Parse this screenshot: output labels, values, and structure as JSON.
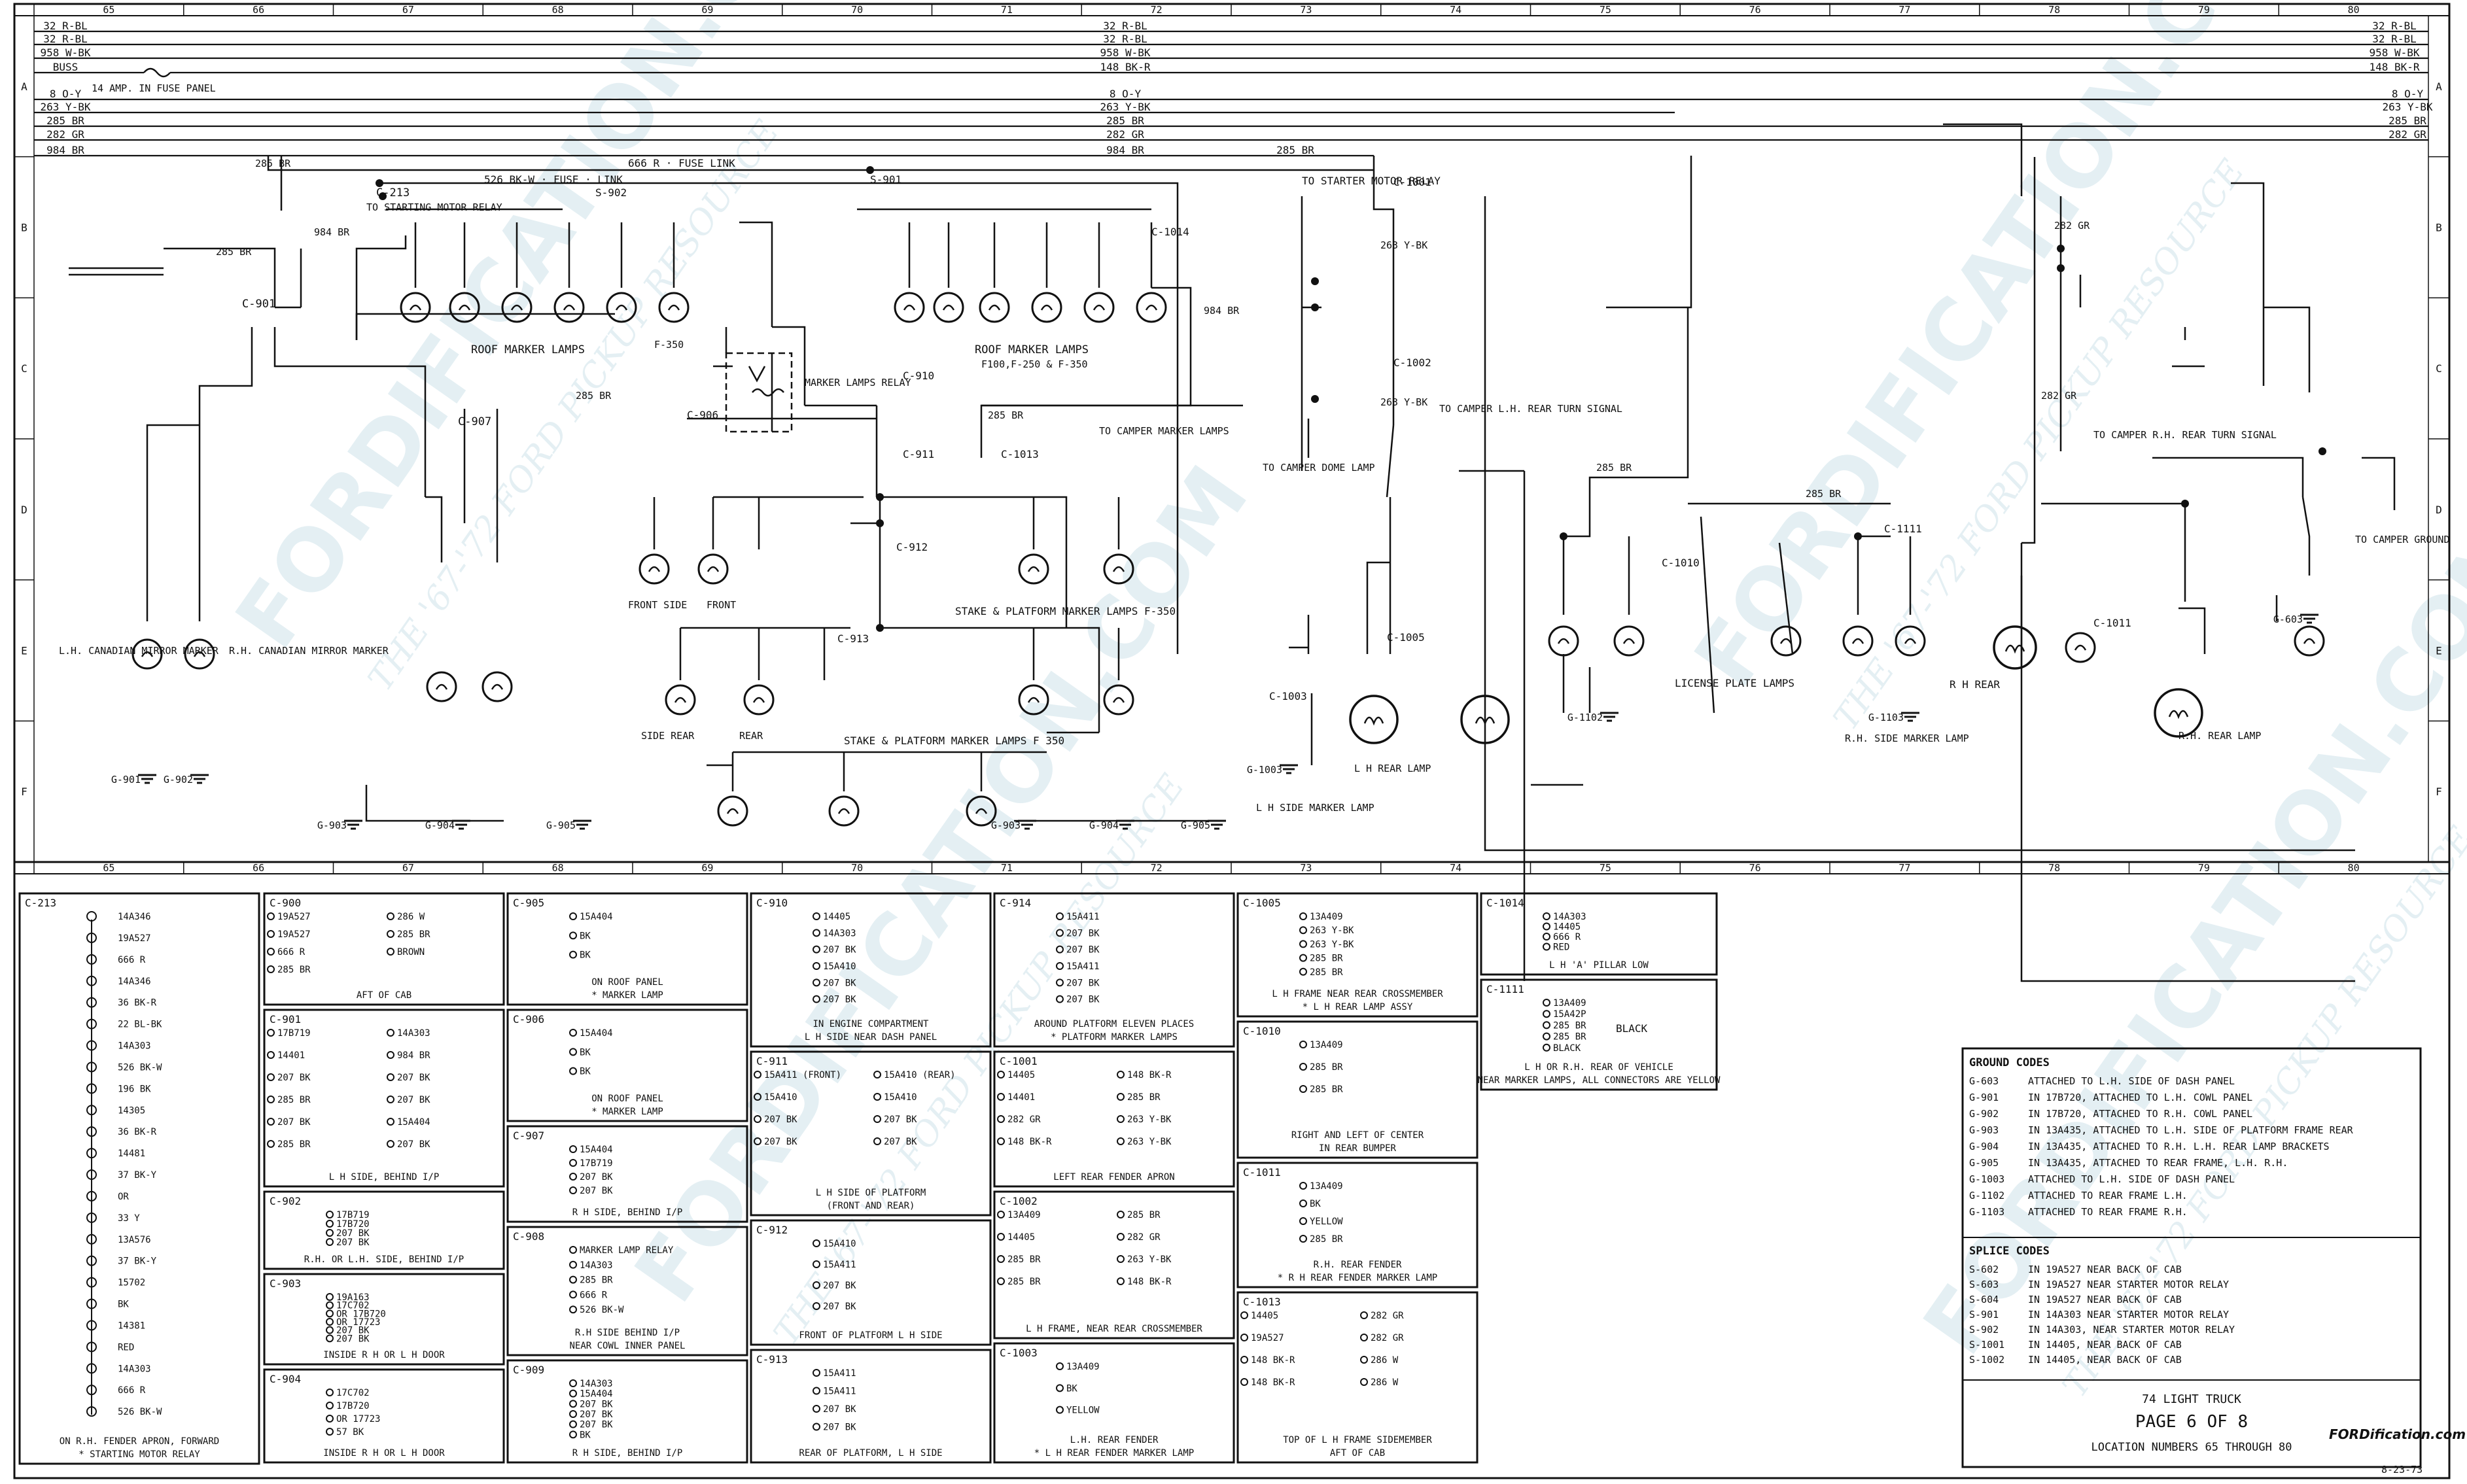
{
  "document": {
    "title": "74 LIGHT TRUCK",
    "page": "PAGE 6 OF 8",
    "location": "LOCATION NUMBERS 65 THROUGH 80",
    "date": "8-23-73",
    "logo": "FORDification.com"
  },
  "watermarks": [
    "FORDIFICATION.COM",
    "THE '67-'72 FORD PICKUP RESOURCE"
  ],
  "grid": {
    "columns": [
      "65",
      "66",
      "67",
      "68",
      "69",
      "70",
      "71",
      "72",
      "73",
      "74",
      "75",
      "76",
      "77",
      "78",
      "79",
      "80"
    ],
    "rows": [
      "A",
      "B",
      "C",
      "D",
      "E",
      "F"
    ]
  },
  "buses": [
    {
      "left": "32 R-BL",
      "mid": "32 R-BL",
      "right": "32 R-BL"
    },
    {
      "left": "32 R-BL",
      "mid": "32 R-BL",
      "right": "32 R-BL"
    },
    {
      "left": "958 W-BK",
      "mid": "958 W-BK",
      "right": "958 W-BK"
    },
    {
      "left": "BUSS",
      "mid": "148 BK-R",
      "right": "148 BK-R",
      "note": "14 AMP. IN FUSE PANEL"
    },
    {
      "left": "8 O-Y",
      "mid": "8 O-Y",
      "right": "8 O-Y"
    },
    {
      "left": "263 Y-BK",
      "mid": "263 Y-BK",
      "right": "263 Y-BK"
    },
    {
      "left": "285 BR",
      "mid": "285 BR",
      "right": "285 BR"
    },
    {
      "left": "282 GR",
      "mid": "282 GR",
      "right": "282 GR"
    },
    {
      "left": "984 BR",
      "mid": "984 BR",
      "right": "285 BR"
    }
  ],
  "labels": {
    "fuse_link": "666 R · FUSE LINK",
    "fuse_link2": "526 BK-W · FUSE · LINK",
    "c213": "C-213",
    "to_start_relay": "TO STARTING MOTOR RELAY",
    "s902": "S-902",
    "s901": "S-901",
    "c901": "C-901",
    "roof_lamps": "ROOF MARKER LAMPS",
    "roof_lamps2": "ROOF MARKER LAMPS",
    "f100": "F100,F-250 & F-350",
    "f350": "F-350",
    "c907": "C-907",
    "c902": "C-902",
    "c903": "C-903",
    "c904": "C-904",
    "c906": "C-906",
    "marker_relay": "MARKER LAMPS RELAY",
    "c910": "C-910",
    "c911": "C-911",
    "c912": "C-912",
    "c913": "C-913",
    "c914": "C-914",
    "c1013": "C-1013",
    "c1014": "C-1014",
    "c1001": "C-1001",
    "c1002": "C-1002",
    "c1003": "C-1003",
    "c1005": "C-1005",
    "c1010": "C-1010",
    "c1011": "C-1011",
    "c1111": "C-1111",
    "to_camper_marker": "TO CAMPER MARKER LAMPS",
    "to_starter_relay": "TO STARTER MOTOR RELAY",
    "to_camper_dome": "TO CAMPER DOME LAMP",
    "to_camper_lh": "TO CAMPER L.H. REAR TURN SIGNAL",
    "to_camper_rh": "TO CAMPER R.H. REAR TURN SIGNAL",
    "to_camper_ground": "TO CAMPER GROUND",
    "lh_canadian": "L.H. CANADIAN MIRROR MARKER",
    "rh_canadian": "R.H. CANADIAN MIRROR MARKER",
    "stake_front": "STAKE & PLATFORM MARKER LAMPS F-350",
    "stake_rear": "STAKE & PLATFORM MARKER LAMPS F 350",
    "front_side": "FRONT SIDE",
    "front": "FRONT",
    "side_rear": "SIDE REAR",
    "rear": "REAR",
    "lh_rear_lamp": "L H REAR LAMP",
    "lh_side_marker": "L H SIDE MARKER LAMP",
    "license": "LICENSE PLATE LAMPS",
    "rh_rear": "R H REAR",
    "rh_side_marker": "R.H. SIDE MARKER LAMP",
    "rh_rear_lamp": "R.H. REAR LAMP",
    "black": "BLACK"
  },
  "connector_panels": [
    {
      "id": "C-213",
      "lines": [
        "14A346",
        "19A527",
        "666 R",
        "14A346",
        "36 BK-R",
        "22 BL-BK",
        "14A303",
        "526 BK-W",
        "196 BK",
        "14305",
        "36 BK-R",
        "14481",
        "37 BK-Y",
        "OR",
        "33 Y",
        "13A576",
        "37 BK-Y",
        "15702",
        "BK",
        "14381",
        "RED",
        "14A303",
        "666 R",
        "526 BK-W"
      ],
      "note": "ON R.H. FENDER APRON, FORWARD",
      "note2": "* STARTING MOTOR RELAY"
    },
    {
      "id": "C-900",
      "lines": [
        "19A527",
        "19A527",
        "666 R",
        "285 BR",
        "286 W",
        "285 BR",
        "BROWN"
      ],
      "note": "AFT OF CAB"
    },
    {
      "id": "C-901",
      "lines": [
        "17B719",
        "14401",
        "207 BK",
        "285 BR",
        "207 BK",
        "285 BR",
        "14A303",
        "984 BR",
        "207 BK",
        "207 BK",
        "15A404",
        "207 BK"
      ],
      "note": "L H SIDE, BEHIND I/P"
    },
    {
      "id": "C-902",
      "lines": [
        "17B719",
        "17B720",
        "207 BK",
        "207 BK"
      ],
      "note": "R.H. OR L.H. SIDE, BEHIND I/P"
    },
    {
      "id": "C-903",
      "lines": [
        "19A163",
        "17C702",
        "OR 17B720",
        "OR 17723",
        "207 BK",
        "207 BK"
      ],
      "note": "INSIDE R H OR L H DOOR"
    },
    {
      "id": "C-904",
      "lines": [
        "17C702",
        "17B720",
        "OR 17723",
        "57 BK"
      ],
      "note": "INSIDE R H OR L H DOOR"
    },
    {
      "id": "C-905",
      "lines": [
        "15A404",
        "BK",
        "BK"
      ],
      "note": "ON ROOF PANEL",
      "note2": "* MARKER LAMP"
    },
    {
      "id": "C-906",
      "lines": [
        "15A404",
        "BK",
        "BK"
      ],
      "note": "ON ROOF PANEL",
      "note2": "* MARKER LAMP"
    },
    {
      "id": "C-907",
      "lines": [
        "15A404",
        "17B719",
        "207 BK",
        "207 BK"
      ],
      "note": "R H SIDE, BEHIND I/P"
    },
    {
      "id": "C-908",
      "lines": [
        "MARKER LAMP RELAY",
        "14A303",
        "285 BR",
        "666 R",
        "526 BK-W"
      ],
      "note": "R.H SIDE BEHIND I/P",
      "note2": "NEAR COWL INNER PANEL"
    },
    {
      "id": "C-909",
      "lines": [
        "14A303",
        "15A404",
        "207 BK",
        "207 BK",
        "207 BK",
        "BK"
      ],
      "note": "R H SIDE, BEHIND I/P"
    },
    {
      "id": "C-910",
      "lines": [
        "14405",
        "14A303",
        "207 BK",
        "15A410",
        "207 BK",
        "207 BK"
      ],
      "note": "IN ENGINE COMPARTMENT",
      "note2": "L H SIDE NEAR DASH PANEL"
    },
    {
      "id": "C-911",
      "lines": [
        "15A411 (FRONT)",
        "15A410",
        "207 BK",
        "207 BK",
        "15A410 (REAR)",
        "15A410",
        "207 BK",
        "207 BK"
      ],
      "note": "L H SIDE OF PLATFORM",
      "note2": "(FRONT AND REAR)"
    },
    {
      "id": "C-912",
      "lines": [
        "15A410",
        "15A411",
        "207 BK",
        "207 BK"
      ],
      "note": "FRONT OF PLATFORM L H SIDE"
    },
    {
      "id": "C-913",
      "lines": [
        "15A411",
        "15A411",
        "207 BK",
        "207 BK"
      ],
      "note": "REAR OF PLATFORM, L H SIDE"
    },
    {
      "id": "C-914",
      "lines": [
        "15A411",
        "207 BK",
        "207 BK",
        "15A411",
        "207 BK",
        "207 BK"
      ],
      "note": "AROUND PLATFORM ELEVEN PLACES",
      "note2": "* PLATFORM MARKER LAMPS"
    },
    {
      "id": "C-1001",
      "lines": [
        "14405",
        "14401",
        "282 GR",
        "148 BK-R",
        "148 BK-R",
        "285 BR",
        "263 Y-BK",
        "263 Y-BK"
      ],
      "note": "LEFT REAR FENDER APRON"
    },
    {
      "id": "C-1002",
      "lines": [
        "13A409",
        "14405",
        "285 BR",
        "285 BR",
        "285 BR",
        "282 GR",
        "263 Y-BK",
        "148 BK-R"
      ],
      "note": "L H FRAME, NEAR REAR CROSSMEMBER"
    },
    {
      "id": "C-1003",
      "lines": [
        "13A409",
        "BK",
        "YELLOW"
      ],
      "note": "L.H. REAR FENDER",
      "note2": "* L H REAR FENDER MARKER LAMP"
    },
    {
      "id": "C-1005",
      "lines": [
        "13A409",
        "263 Y-BK",
        "263 Y-BK",
        "285 BR",
        "285 BR"
      ],
      "note": "L H FRAME NEAR REAR CROSSMEMBER",
      "note2": "* L H REAR LAMP ASSY"
    },
    {
      "id": "C-1010",
      "lines": [
        "13A409",
        "285 BR",
        "285 BR"
      ],
      "note": "RIGHT AND LEFT OF CENTER",
      "note2": "IN REAR BUMPER"
    },
    {
      "id": "C-1011",
      "lines": [
        "13A409",
        "BK",
        "YELLOW",
        "285 BR"
      ],
      "note": "R.H. REAR FENDER",
      "note2": "* R H REAR FENDER MARKER LAMP"
    },
    {
      "id": "C-1013",
      "lines": [
        "14405",
        "19A527",
        "148 BK-R",
        "148 BK-R",
        "282 GR",
        "282 GR",
        "286 W",
        "286 W"
      ],
      "note": "TOP OF L H FRAME SIDEMEMBER",
      "note2": "AFT OF CAB"
    },
    {
      "id": "C-1014",
      "lines": [
        "14A303",
        "14405",
        "666 R",
        "RED"
      ],
      "note": "L H 'A' PILLAR LOW"
    },
    {
      "id": "C-1111",
      "lines": [
        "13A409",
        "15A42P",
        "285 BR",
        "285 BR",
        "BLACK"
      ],
      "note": "L H OR R.H. REAR OF VEHICLE",
      "note2": "NEAR MARKER LAMPS, ALL CONNECTORS ARE YELLOW"
    }
  ],
  "ground_codes": {
    "title": "GROUND CODES",
    "rows": [
      [
        "G-603",
        "ATTACHED TO L.H. SIDE OF DASH PANEL"
      ],
      [
        "G-901",
        "IN 17B720, ATTACHED TO L.H. COWL PANEL"
      ],
      [
        "G-902",
        "IN 17B720, ATTACHED TO R.H. COWL PANEL"
      ],
      [
        "G-903",
        "IN 13A435, ATTACHED TO L.H. SIDE OF PLATFORM FRAME REAR"
      ],
      [
        "G-904",
        "IN 13A435, ATTACHED TO R.H. L.H. REAR LAMP BRACKETS"
      ],
      [
        "G-905",
        "IN 13A435, ATTACHED TO REAR FRAME, L.H. R.H."
      ],
      [
        "G-1003",
        "ATTACHED TO L.H. SIDE OF DASH PANEL"
      ],
      [
        "G-1102",
        "ATTACHED TO REAR FRAME L.H."
      ],
      [
        "G-1103",
        "ATTACHED TO REAR FRAME R.H."
      ]
    ]
  },
  "splice_codes": {
    "title": "SPLICE CODES",
    "rows": [
      [
        "S-602",
        "IN 19A527 NEAR BACK OF CAB"
      ],
      [
        "S-603",
        "IN 19A527 NEAR STARTER MOTOR RELAY"
      ],
      [
        "S-604",
        "IN 19A527 NEAR BACK OF CAB"
      ],
      [
        "S-901",
        "IN 14A303 NEAR STARTER MOTOR RELAY"
      ],
      [
        "S-902",
        "IN 14A303, NEAR STARTER MOTOR RELAY"
      ],
      [
        "S-1001",
        "IN 14405, NEAR BACK OF CAB"
      ],
      [
        "S-1002",
        "IN 14405, NEAR BACK OF CAB"
      ]
    ]
  },
  "ground_symbols": [
    "G-901",
    "G-902",
    "G-903",
    "G-904",
    "G-905",
    "G-903",
    "G-904",
    "G-905",
    "G-1102",
    "G-1103",
    "G-1003",
    "G-603"
  ],
  "colors": {
    "ink": "#111111",
    "paper": "#ffffff",
    "watermark": "#cfe3ea"
  }
}
